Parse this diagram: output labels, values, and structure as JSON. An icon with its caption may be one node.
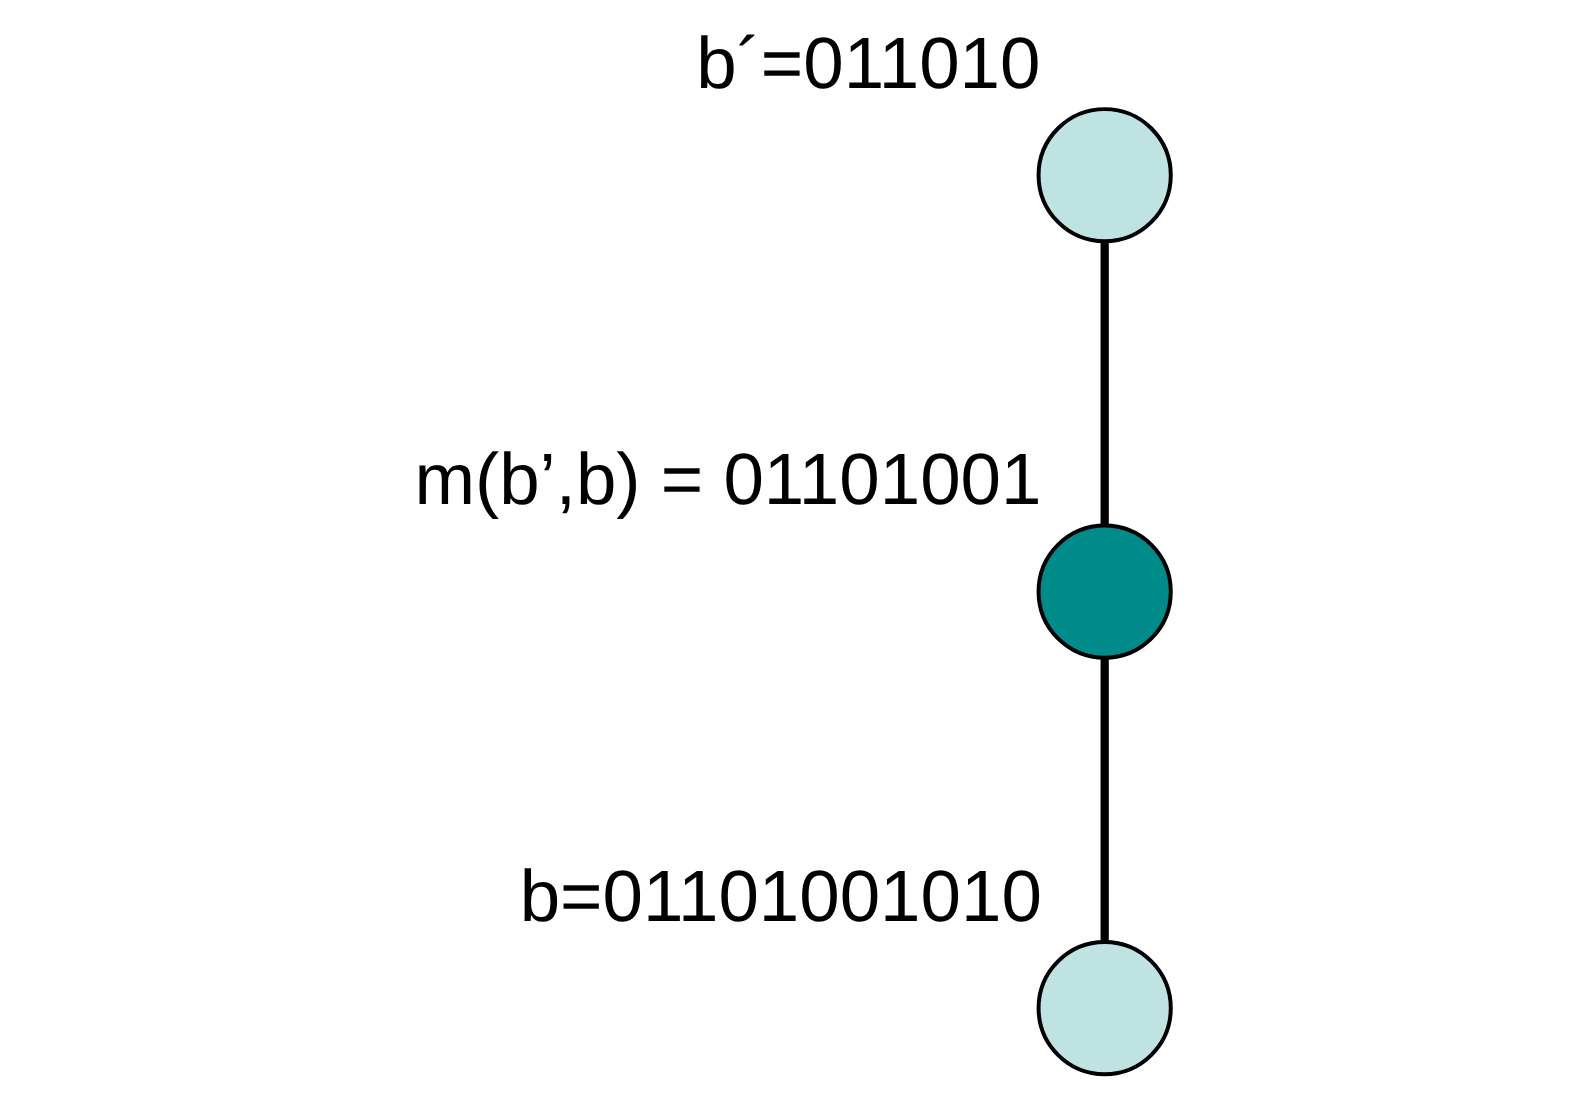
{
  "diagram": {
    "nodes": [
      {
        "text": [],
        "shape": "circle",
        "beside": [
          "b´=011010"
        ]
      },
      {
        "text": [],
        "shape": "circle",
        "beside": [
          "m(b’,b) = 01101001"
        ]
      },
      {
        "text": [],
        "shape": "circle",
        "beside": [
          "b=01101001010"
        ]
      }
    ],
    "edges": [
      {
        "from": 0,
        "to": 1,
        "arrow": "none"
      },
      {
        "from": 1,
        "to": 2,
        "arrow": "none"
      }
    ]
  }
}
